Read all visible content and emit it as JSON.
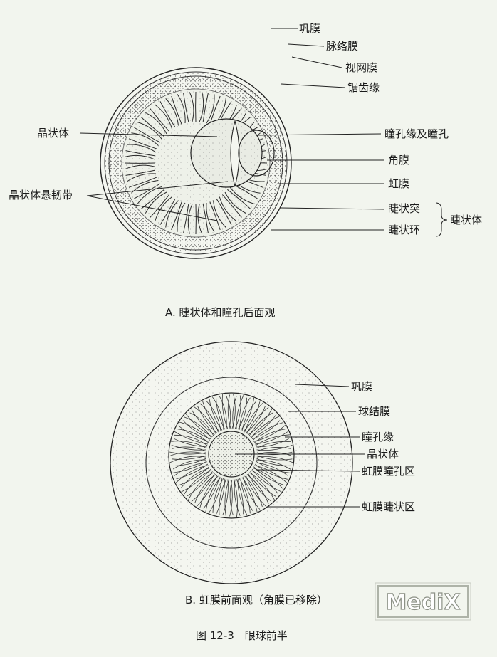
{
  "panel_a": {
    "labels": {
      "sclera": "巩膜",
      "choroid": "脉络膜",
      "retina": "视网膜",
      "ora_serrata": "锯齿缘",
      "lens": "晶状体",
      "pupil_margin_and_pupil": "瞳孔缘及瞳孔",
      "cornea": "角膜",
      "iris": "虹膜",
      "zonule": "晶状体悬韧带",
      "ciliary_processes": "睫状突",
      "ciliary_ring": "睫状环",
      "ciliary_body": "睫状体"
    },
    "caption": "A. 睫状体和瞳孔后面观"
  },
  "panel_b": {
    "labels": {
      "sclera": "巩膜",
      "conjunctiva": "球结膜",
      "pupil_margin": "瞳孔缘",
      "lens": "晶状体",
      "iris_pupillary_zone": "虹膜瞳孔区",
      "iris_ciliary_zone": "虹膜睫状区"
    },
    "caption": "B. 虹膜前面观（角膜已移除）"
  },
  "watermark": "MediX",
  "figure_title": "图 12-3　眼球前半",
  "colors": {
    "background": "#f2f5ee",
    "ink": "#1a1a1a"
  }
}
